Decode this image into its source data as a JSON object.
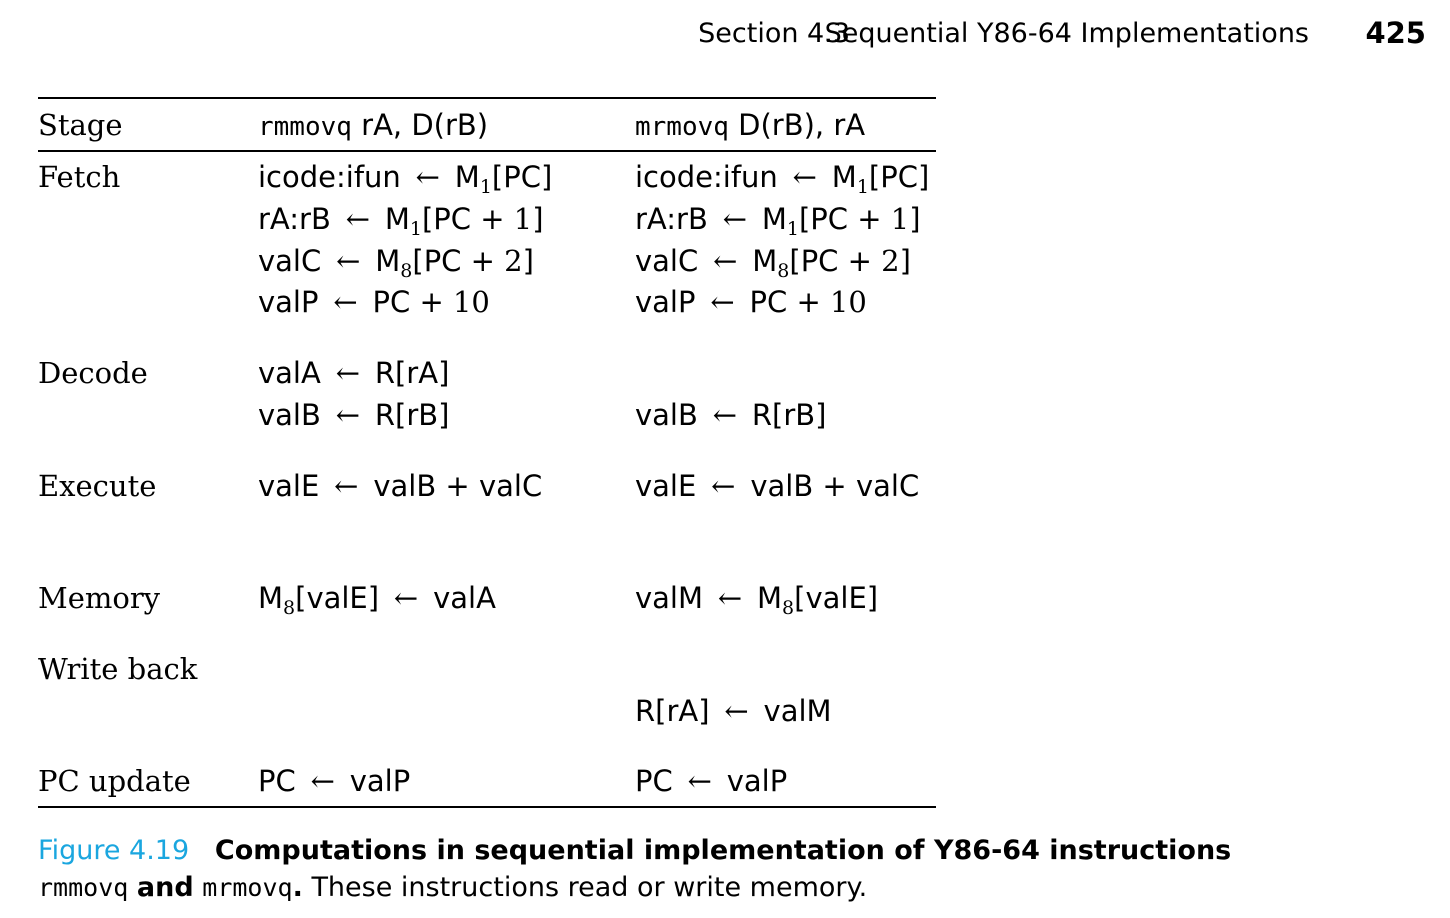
{
  "header": {
    "section": "Section 4.3",
    "title": "Sequential Y86-64 Implementations",
    "page_number": "425"
  },
  "table": {
    "col_stage": "Stage",
    "col1": {
      "instr": "rmmovq",
      "operands": "rA, D(rB)"
    },
    "col2": {
      "instr": "mrmovq",
      "operands": "D(rB), rA"
    },
    "stages": {
      "fetch": "Fetch",
      "decode": "Decode",
      "execute": "Execute",
      "memory": "Memory",
      "write_back": "Write back",
      "pc_update": "PC update"
    },
    "arrow": "←",
    "fetch": {
      "icode_lhs": "icode:ifun",
      "m": "M",
      "sub1": "1",
      "pc": "[PC]",
      "ra_lhs": "rA:rB",
      "pc_plus": "[PC + ",
      "one": "1",
      "close": "]",
      "valc_lhs": "valC",
      "sub8": "8",
      "two": "2",
      "valp_lhs": "valP",
      "pc_plus2": "PC + ",
      "ten": "10"
    },
    "decode": {
      "vala_lhs": "valA",
      "vala_rhs": "R[rA]",
      "valb_lhs": "valB",
      "valb_rhs": "R[rB]"
    },
    "execute": {
      "vale_lhs": "valE",
      "vale_rhs": "valB + valC"
    },
    "memory": {
      "c1_m": "M",
      "c1_sub": "8",
      "c1_lhs_rest": "[valE]",
      "c1_rhs": "valA",
      "c2_lhs": "valM",
      "c2_m": "M",
      "c2_sub": "8",
      "c2_rhs_rest": "[valE]"
    },
    "write_back": {
      "c2_lhs": "R[rA]",
      "c2_rhs": "valM"
    },
    "pc_update": {
      "lhs": "PC",
      "rhs": "valP"
    }
  },
  "caption": {
    "figure_label": "Figure 4.19",
    "bold_title": "Computations in sequential implementation of Y86-64 instructions",
    "instr1": "rmmovq",
    "and_word": "and",
    "instr2": "mrmovq",
    "period": ".",
    "text": " These instructions read or write memory."
  }
}
